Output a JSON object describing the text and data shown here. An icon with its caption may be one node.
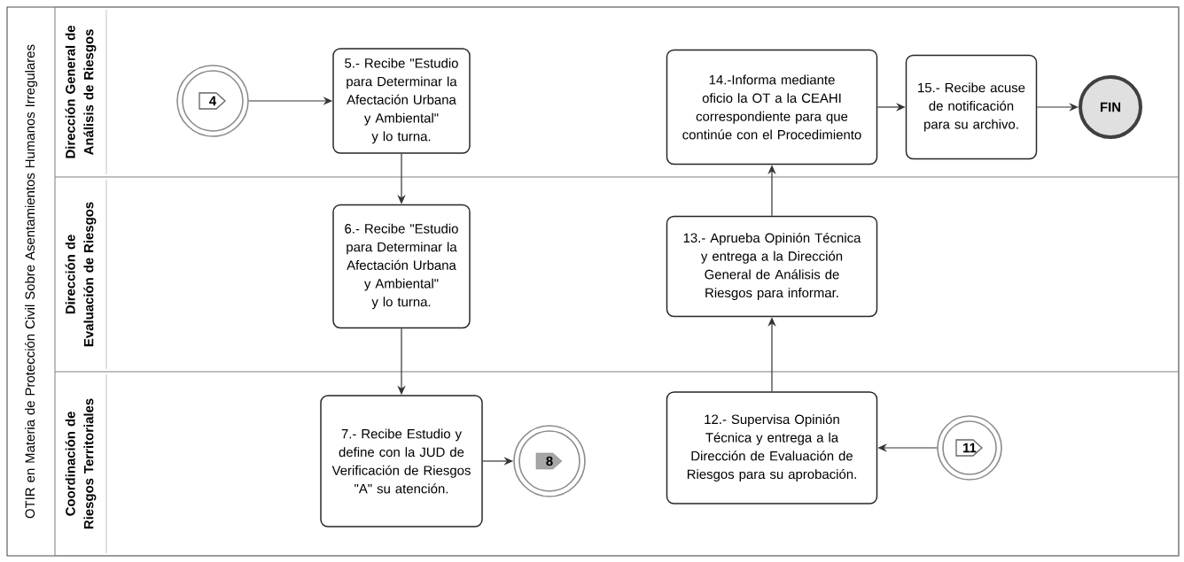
{
  "diagram": {
    "nodes": [
      {
        "text": [
          "OTIR en Materia de Protección Civil Sobre Asentamientos Humanos Irregulares"
        ]
      },
      {
        "text": [
          "Dirección General de Análisis de Riesgos"
        ],
        "in": 0
      },
      {
        "text": [
          "Dirección de Evaluación de Riesgos"
        ],
        "in": 0
      },
      {
        "text": [
          "Coordinación de Riesgos Territoriales"
        ],
        "in": 0
      },
      {
        "text": [
          "4"
        ],
        "in": 1
      },
      {
        "text": [
          "5.- Recibe \"Estudio para Determinar la Afectación Urbana y Ambiental\" y lo turna."
        ],
        "in": 1
      },
      {
        "text": [
          "14.-Informa mediante oficio la OT a la CEAHI correspondiente para que continúe con el Procedimiento"
        ],
        "in": 1
      },
      {
        "text": [
          "15.- Recibe acuse de notificación para su archivo."
        ],
        "in": 1
      },
      {
        "text": [
          "FIN"
        ],
        "in": 1
      },
      {
        "text": [
          "6.- Recibe \"Estudio para Determinar la Afectación Urbana y Ambiental\" y lo turna."
        ],
        "in": 2
      },
      {
        "text": [
          "13.- Aprueba Opinión Técnica y entrega a la Dirección General de Análisis de Riesgos para informar."
        ],
        "in": 2
      },
      {
        "text": [
          "7.- Recibe Estudio y define con la JUD de Verificación de Riesgos \"A\" su atención."
        ],
        "in": 3
      },
      {
        "text": [
          "8"
        ],
        "in": 3
      },
      {
        "text": [
          "12.- Supervisa Opinión Técnica y entrega a la Dirección de Evaluación de Riesgos para su aprobación."
        ],
        "in": 3
      },
      {
        "text": [
          "11"
        ],
        "in": 3
      }
    ],
    "edges": [
      {
        "from": 4,
        "to": 5,
        "arrow": "to"
      },
      {
        "from": 5,
        "to": 9,
        "arrow": "to"
      },
      {
        "from": 9,
        "to": 11,
        "arrow": "to"
      },
      {
        "from": 11,
        "to": 12,
        "arrow": "to"
      },
      {
        "from": 14,
        "to": 13,
        "arrow": "to"
      },
      {
        "from": 13,
        "to": 10,
        "arrow": "to"
      },
      {
        "from": 10,
        "to": 6,
        "arrow": "to"
      },
      {
        "from": 6,
        "to": 7,
        "arrow": "to"
      },
      {
        "from": 7,
        "to": 8,
        "arrow": "to"
      }
    ]
  }
}
